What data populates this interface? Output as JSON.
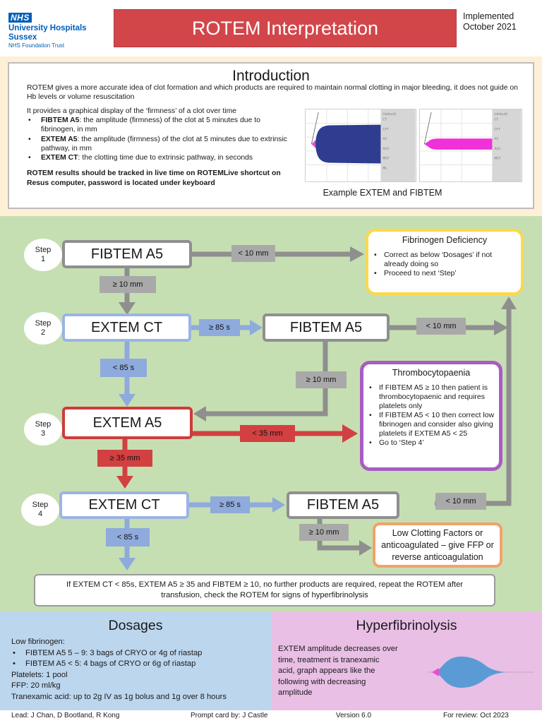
{
  "header": {
    "logo_nhs": "NHS",
    "logo_line1": "University Hospitals Sussex",
    "logo_line2": "NHS Foundation Trust",
    "title": "ROTEM Interpretation",
    "implemented_line1": "Implemented",
    "implemented_line2": "October 2021"
  },
  "intro": {
    "title": "Introduction",
    "p1": "ROTEM gives a more accurate idea of clot formation and which products are required to maintain normal clotting in major bleeding, it does not guide on Hb levels or volume resuscitation",
    "p2": "It provides a graphical display of the ‘firmness’ of a clot over time",
    "bullets": [
      {
        "term": "FIBTEM A5",
        "text": ": the amplitude (firmness) of the clot at 5 minutes due to fibrinogen, in mm"
      },
      {
        "term": "EXTEM A5",
        "text": ": the amplitude (firmness) of the clot at 5 minutes due to extrinsic pathway, in mm"
      },
      {
        "term": "EXTEM CT",
        "text": ": the clotting time due to extrinsic pathway, in seconds"
      }
    ],
    "bold_note": "ROTEM results should be tracked in live time on ROTEMLive shortcut on Resus computer, password is located under keyboard",
    "caption": "Example EXTEM and FIBTEM",
    "graph_colors": {
      "extem": "#2e3d8f",
      "fibtem": "#f030d8",
      "tip": "#e84fd0"
    }
  },
  "flow": {
    "steps": [
      {
        "word": "Step",
        "num": "1"
      },
      {
        "word": "Step",
        "num": "2"
      },
      {
        "word": "Step",
        "num": "3"
      },
      {
        "word": "Step",
        "num": "4"
      }
    ],
    "box_fibtem1": "FIBTEM A5",
    "box_extemct2": "EXTEM CT",
    "box_fibtem2": "FIBTEM A5",
    "box_extema5": "EXTEM A5",
    "box_extemct4": "EXTEM CT",
    "box_fibtem4": "FIBTEM A5",
    "lab_lt10_1": "< 10 mm",
    "lab_ge10_1": "≥ 10 mm",
    "lab_ge85_2": "≥ 85 s",
    "lab_lt10_2": "< 10 mm",
    "lab_lt85_2": "< 85 s",
    "lab_ge10_2": "≥ 10 mm",
    "lab_lt35": "< 35 mm",
    "lab_ge35": "≥ 35 mm",
    "lab_ge85_4": "≥ 85 s",
    "lab_lt10_4": "< 10 mm",
    "lab_lt85_4": "< 85 s",
    "lab_ge10_4": "≥ 10 mm",
    "fib_def": {
      "title": "Fibrinogen Deficiency",
      "items": [
        "Correct as below ‘Dosages’ if not already doing so",
        "Proceed to next ‘Step’"
      ]
    },
    "thrombo": {
      "title": "Thrombocytopaenia",
      "items": [
        "If FIBTEM A5 ≥ 10 then patient is thrombocytopaenic and requires platelets only",
        "If FIBTEM A5 < 10 then correct low fibrinogen and consider also giving platelets if EXTEM A5 < 25",
        "Go to ‘Step 4’"
      ]
    },
    "low_clot": "Low Clotting Factors or anticoagulated – give FFP or reverse anticoagulation",
    "final": "If EXTEM CT < 85s, EXTEM A5 ≥ 35 and FIBTEM ≥ 10, no further products are required, repeat the ROTEM after transfusion, check the ROTEM for signs of hyperfibrinolysis",
    "colors": {
      "grey": "#8f8f8f",
      "blue": "#8faadc",
      "red": "#d24042",
      "yellow": "#fdd84a",
      "purple": "#a85cc4",
      "orange": "#f2a26a"
    }
  },
  "dosages": {
    "title": "Dosages",
    "low_fib": "Low fibrinogen:",
    "items": [
      "FIBTEM A5 5 – 9: 3 bags of CRYO or 4g of riastap",
      "FIBTEM A5 < 5: 4 bags of CRYO or 6g of riastap"
    ],
    "platelets": "Platelets: 1 pool",
    "ffp": "FFP: 20 ml/kg",
    "txa": "Tranexamic acid: up to 2g IV as 1g bolus and 1g over 8 hours"
  },
  "hyper": {
    "title": "Hyperfibrinolysis",
    "text": "EXTEM amplitude decreases over time, treatment is tranexamic acid, graph appears like the following with decreasing amplitude"
  },
  "footer": {
    "lead": "Lead: J Chan, D Bootland, R Kong",
    "prompt": "Prompt card by: J Castle",
    "version": "Version 6.0",
    "review": "For review: Oct 2023"
  }
}
